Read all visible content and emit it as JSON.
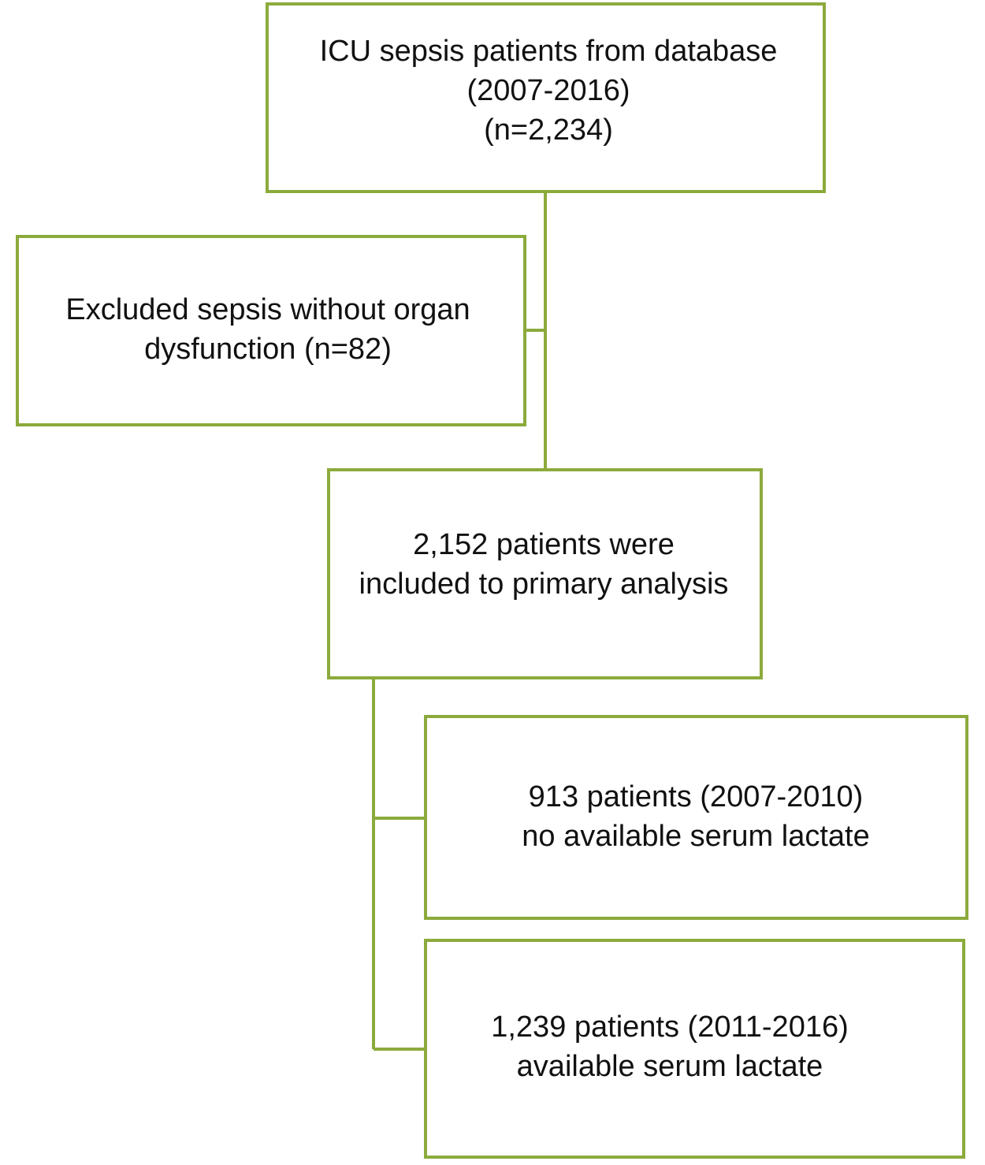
{
  "colors": {
    "box_border": "#8caa3c",
    "connector": "#8caa3c",
    "text": "#111111"
  },
  "boxes": {
    "source": {
      "line1": "ICU sepsis patients from database",
      "line2": "(2007-2016)",
      "line3": "(n=2,234)"
    },
    "excluded": {
      "line1": "Excluded sepsis without organ",
      "line2": "dysfunction (n=82)"
    },
    "included": {
      "line1": "2,152 patients were",
      "line2": "included to primary analysis"
    },
    "no_lactate": {
      "line1": "913 patients (2007-2010)",
      "line2": "no available serum lactate"
    },
    "lactate": {
      "line1": "1,239 patients (2011-2016)",
      "line2": "available serum lactate"
    }
  }
}
